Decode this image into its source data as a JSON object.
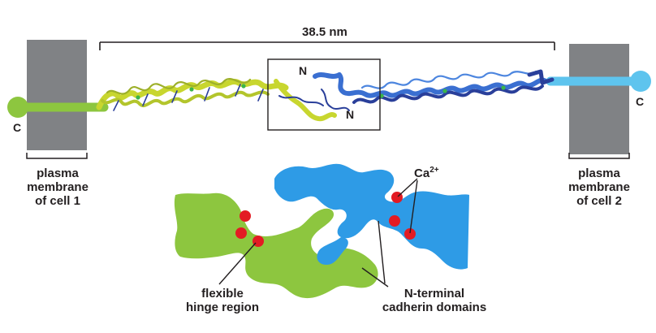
{
  "diagram": {
    "distance_label": "38.5 nm",
    "n_label_top": "N",
    "n_label_bottom": "N",
    "c_label_left": "C",
    "c_label_right": "C",
    "membrane_left": {
      "line1": "plasma",
      "line2": "membrane",
      "line3": "of cell 1"
    },
    "membrane_right": {
      "line1": "plasma",
      "line2": "membrane",
      "line3": "of cell 2"
    },
    "calcium_label": "Ca",
    "calcium_superscript": "2+",
    "hinge_label": {
      "line1": "flexible",
      "line2": "hinge region"
    },
    "domain_label": {
      "line1": "N-terminal",
      "line2": "cadherin domains"
    }
  },
  "colors": {
    "green": "#8dc63f",
    "blue": "#2e9be6",
    "light_blue": "#5ec4ee",
    "dark_blue": "#2a3f9a",
    "yellow_green": "#c8d62f",
    "membrane": "#808285",
    "calcium": "#e31b23",
    "text": "#231f20"
  }
}
